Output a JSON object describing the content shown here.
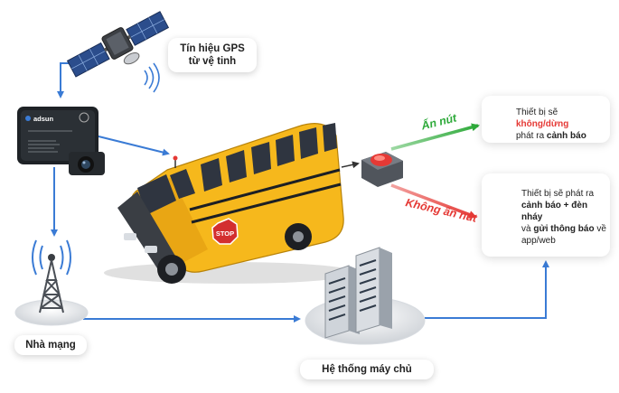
{
  "gps_label": [
    "Tín hiệu GPS",
    "từ vệ tinh"
  ],
  "network_label": "Nhà mạng",
  "server_label": "Hệ thống máy chủ",
  "pressed_label": "Ấn nút",
  "not_pressed_label": "Không ấn nút",
  "device_brand": "adsun",
  "stop_sign": "STOP",
  "card_pressed": {
    "text1": "Thiết bị sẽ ",
    "text2": "không/dừng",
    "text3": "phát ra ",
    "text4": "cảnh báo"
  },
  "card_not_pressed": {
    "text1": "Thiết bị sẽ phát ra",
    "text2": "cảnh báo + đèn nháy",
    "text3": "và ",
    "text4": "gửi thông báo",
    "text5": " về",
    "text6": "app/web"
  },
  "colors": {
    "link_blue": "#3a7bd5",
    "pressed_green": "#2eaa3a",
    "alert_red": "#e53935",
    "bus_yellow": "#f6b81c"
  }
}
